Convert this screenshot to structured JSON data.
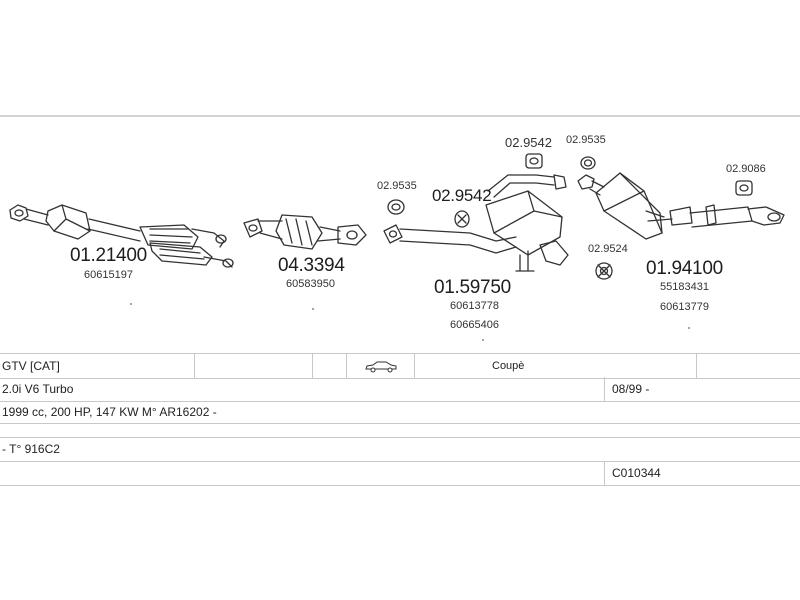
{
  "parts": {
    "p1": {
      "number": "01.21400",
      "sub1": "60615197"
    },
    "p2": {
      "number": "04.3394",
      "sub1": "60583950"
    },
    "p3": {
      "number": "01.59750",
      "sub1": "60613778",
      "sub2": "60665406"
    },
    "p4": {
      "number": "01.94100",
      "sub1": "55183431",
      "sub2": "60613779"
    },
    "small": {
      "s1": "02.9535",
      "s2": "02.9542",
      "s3": "02.9542",
      "s4": "02.9535",
      "s5": "02.9086",
      "s6": "02.9524"
    }
  },
  "table": {
    "model": "GTV  [CAT]",
    "body_type": "Coupè",
    "engine": "2.0i  V6 Turbo",
    "date_range": "08/99 -",
    "spec": "1999 cc, 200 HP, 147 KW M° AR16202 -",
    "type_code": "- T° 916C2",
    "catalog_code": "C010344"
  },
  "colors": {
    "line": "#333333",
    "rule": "#d4d4d4",
    "grid": "#c8c8c8"
  }
}
